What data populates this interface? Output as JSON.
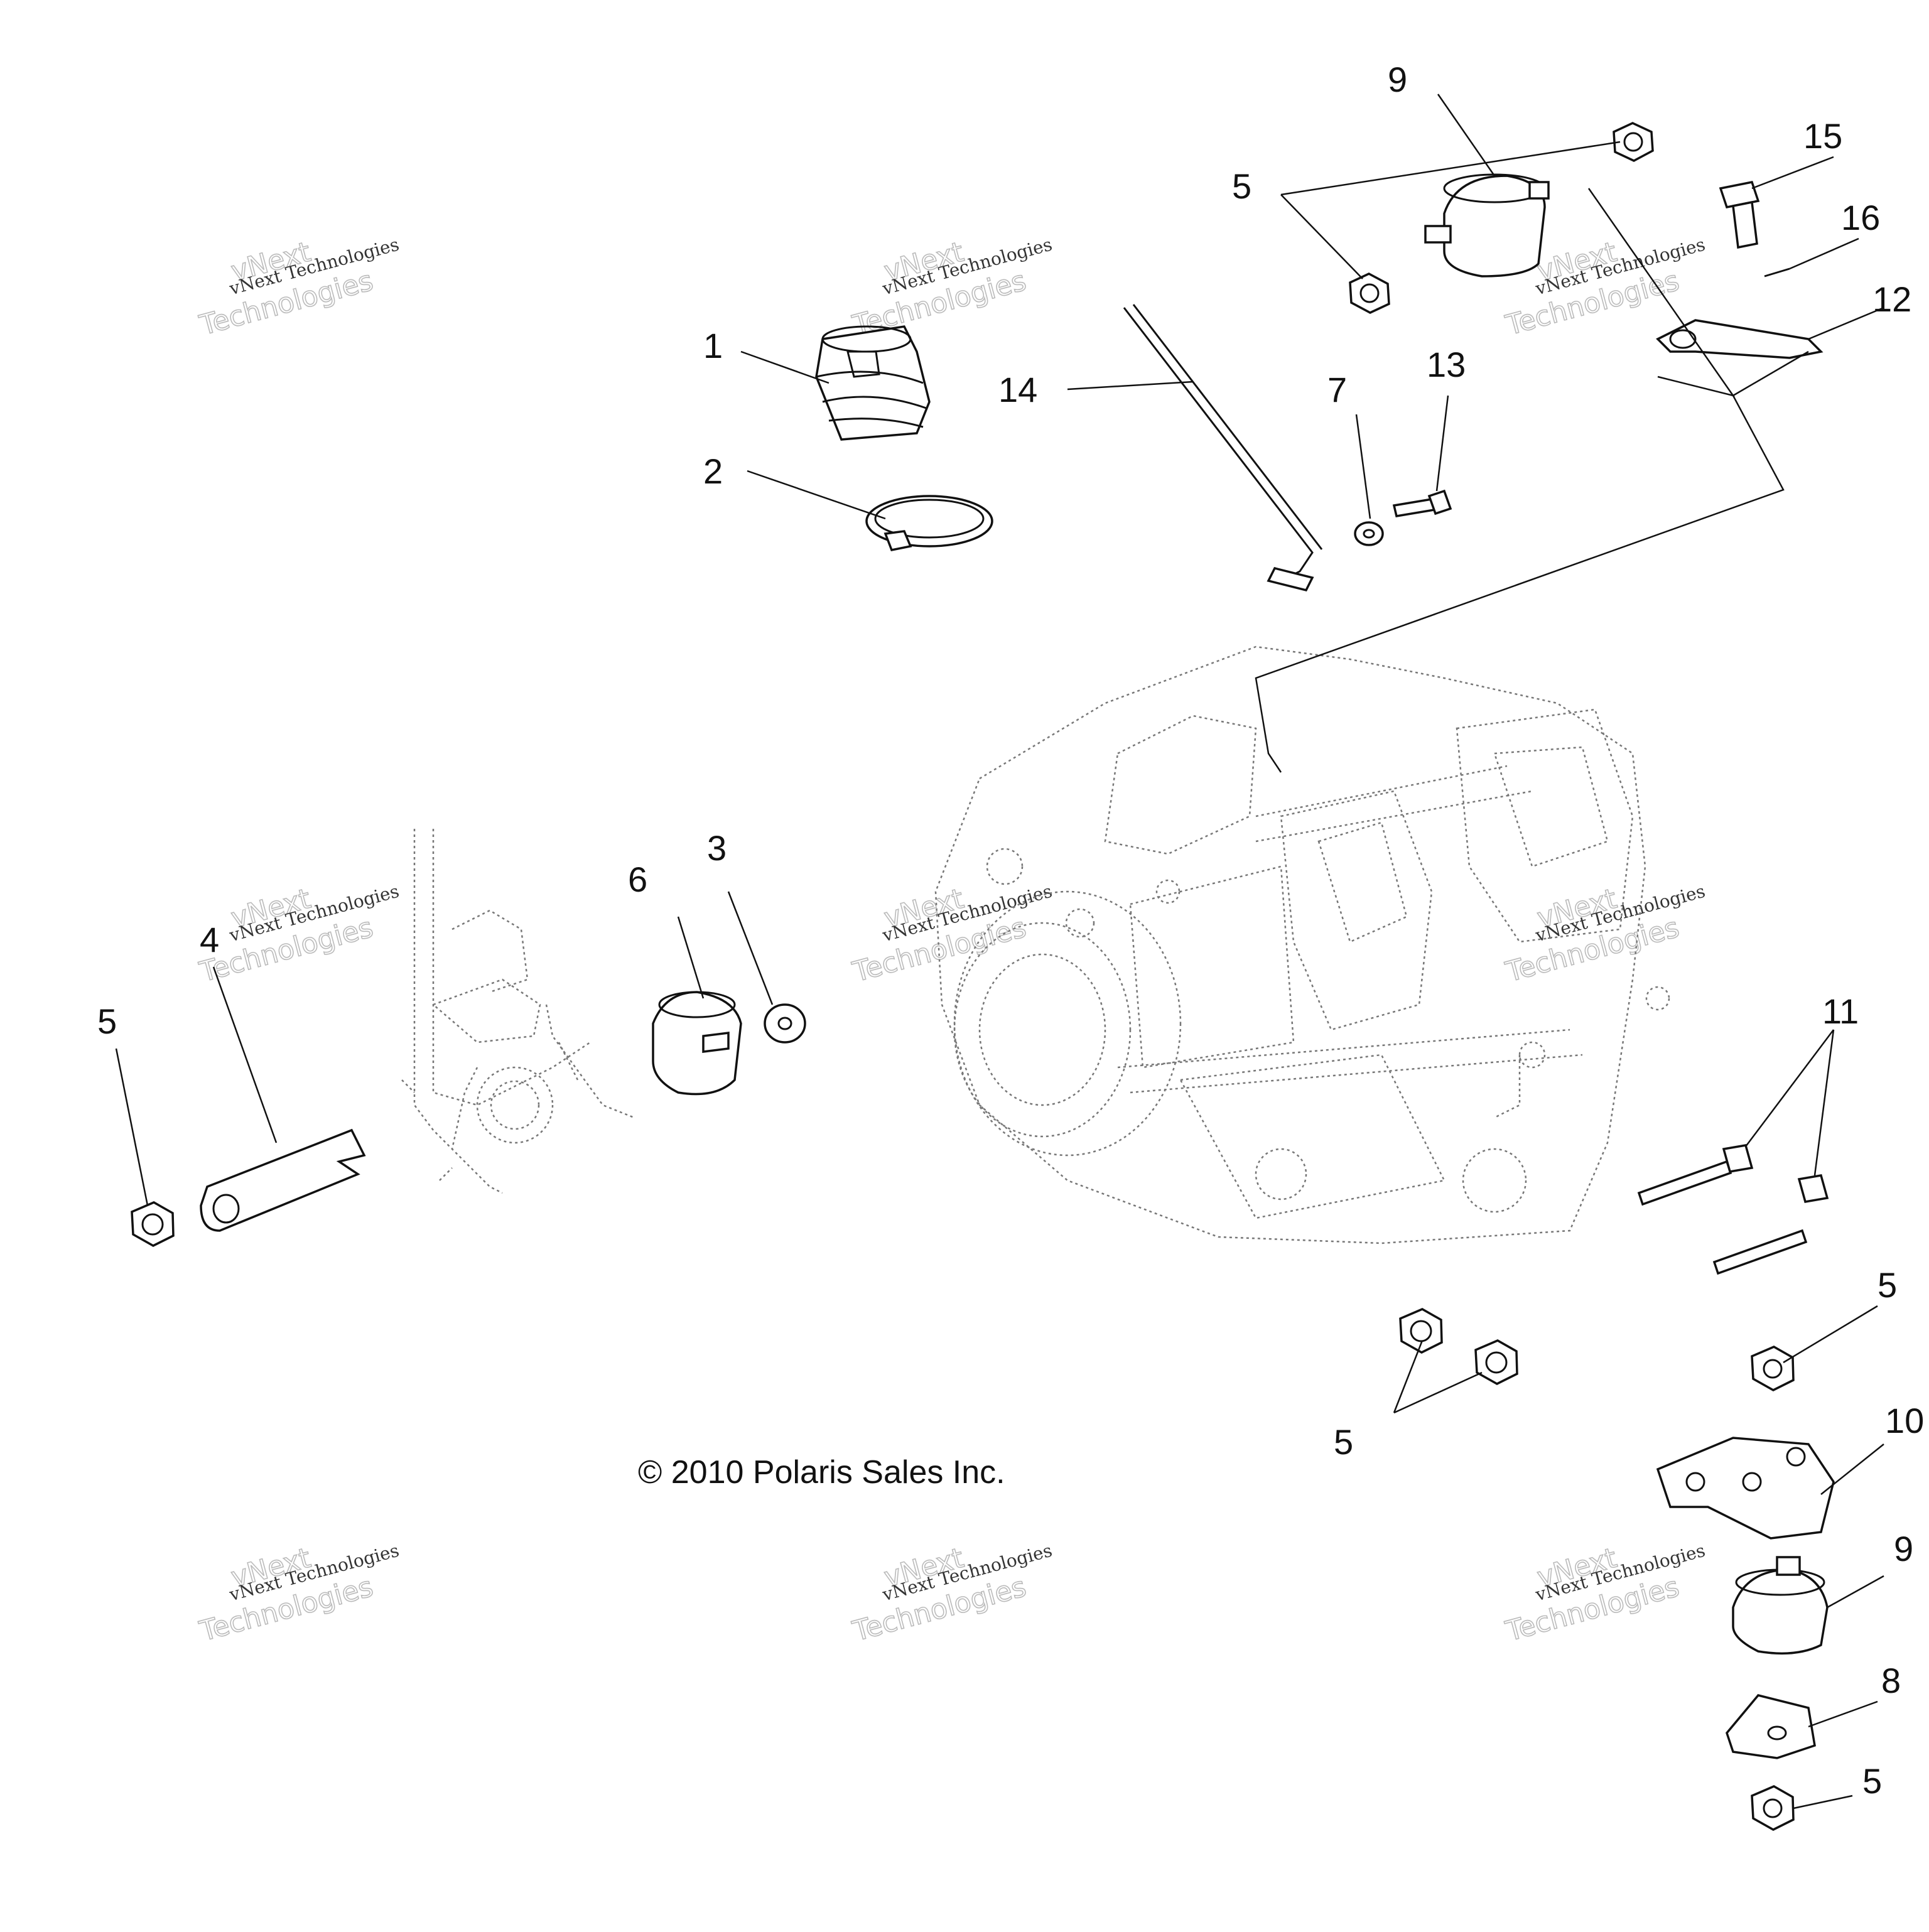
{
  "diagram": {
    "callouts": {
      "c1": "1",
      "c2": "2",
      "c3": "3",
      "c4": "4",
      "c5_left": "5",
      "c5_top": "5",
      "c5_bottom": "5",
      "c5_right": "5",
      "c5_lower_right": "5",
      "c6": "6",
      "c7": "7",
      "c8": "8",
      "c9_top": "9",
      "c9_bottom": "9",
      "c10": "10",
      "c11": "11",
      "c12": "12",
      "c13": "13",
      "c14": "14",
      "c15": "15",
      "c16": "16"
    },
    "copyright": "© 2010 Polaris Sales Inc.",
    "watermark": {
      "line1": "vNext Technologies",
      "line2": "vNext",
      "line3": "Technologies"
    }
  }
}
